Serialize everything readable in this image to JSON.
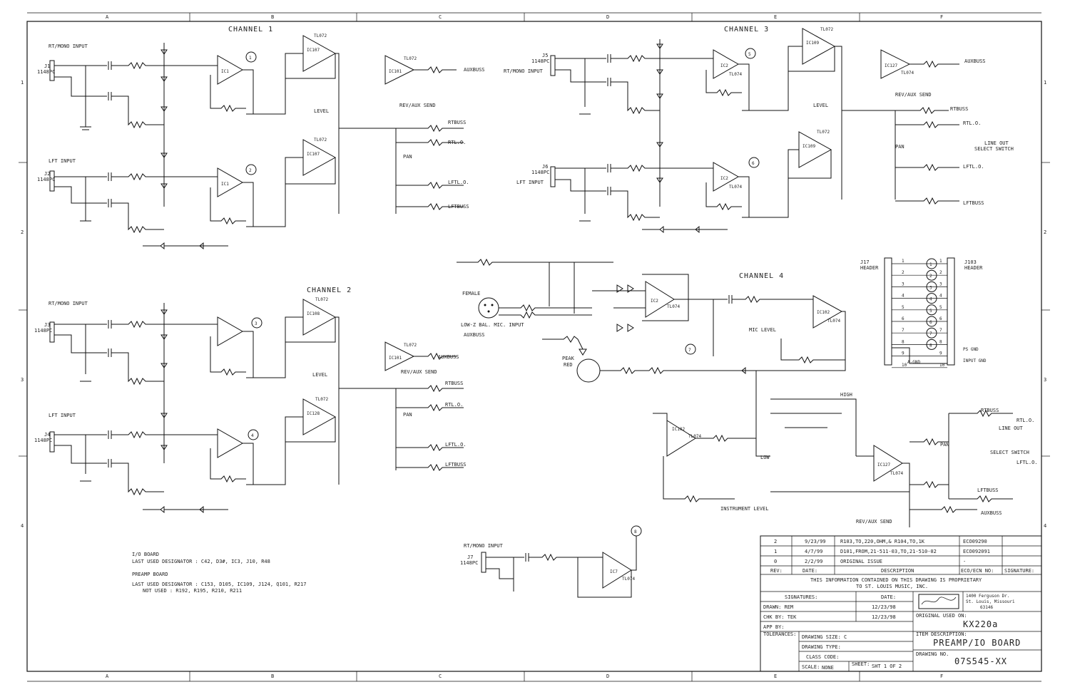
{
  "border": {
    "columns": [
      "A",
      "B",
      "C",
      "D",
      "E",
      "F"
    ],
    "rows": [
      "1",
      "2",
      "3",
      "4"
    ]
  },
  "channels": {
    "ch1": {
      "title": "CHANNEL 1",
      "inputs": [
        "RT/MONO INPUT",
        "LFT INPUT"
      ],
      "jacks": [
        {
          "ref": "J1",
          "part": "1148PC"
        },
        {
          "ref": "J2",
          "part": "1148PC"
        }
      ],
      "outputs": [
        "AUXBUSS",
        "RTBUSS",
        "RTL.O.",
        "LFTL.O.",
        "LFTBUSS"
      ],
      "controls": [
        "LEVEL",
        "REV/AUX SEND",
        "PAN"
      ],
      "nodes": [
        "1",
        "2"
      ]
    },
    "ch2": {
      "title": "CHANNEL 2",
      "inputs": [
        "RT/MONO INPUT",
        "LFT INPUT"
      ],
      "jacks": [
        {
          "ref": "J3",
          "part": "1148PC"
        },
        {
          "ref": "J4",
          "part": "1148PC"
        }
      ],
      "outputs": [
        "AUXBUSS",
        "RTBUSS",
        "RTL.O.",
        "LFTL.O.",
        "LFTBUSS"
      ],
      "controls": [
        "LEVEL",
        "REV/AUX SEND",
        "PAN"
      ],
      "nodes": [
        "3",
        "4"
      ]
    },
    "ch3": {
      "title": "CHANNEL 3",
      "inputs": [
        "RT/MONO INPUT",
        "LFT INPUT"
      ],
      "jacks": [
        {
          "ref": "J5",
          "part": "1148PC"
        },
        {
          "ref": "J6",
          "part": "1148PC"
        }
      ],
      "outputs": [
        "AUXBUSS",
        "RTBUSS",
        "RTL.O.",
        "LFTL.O.",
        "LFTBUSS"
      ],
      "controls": [
        "LEVEL",
        "REV/AUX SEND",
        "PAN",
        "LINE OUT",
        "SELECT SWITCH"
      ],
      "nodes": [
        "5",
        "6"
      ]
    },
    "ch4": {
      "title": "CHANNEL 4",
      "inputs": [
        "LOW-Z BAL. MIC. INPUT",
        "FEMALE",
        "AUXBUSS"
      ],
      "controls": [
        "MIC LEVEL",
        "PEAK",
        "RED",
        "INSTRUMENT LEVEL",
        "HIGH",
        "LOW",
        "REV/AUX SEND",
        "PAN",
        "LINE OUT",
        "SELECT SWITCH"
      ],
      "outputs": [
        "RTBUSS",
        "RTL.O.",
        "LFTL.O.",
        "LFTBUSS",
        "AUXBUSS"
      ],
      "nodes": [
        "7",
        "8"
      ]
    }
  },
  "aux_input": {
    "label": "RT/MONO INPUT",
    "jack": "J7",
    "part": "1148PC"
  },
  "opamp_labels": [
    "TL072",
    "TL074",
    "IC1",
    "IC2",
    "IC7",
    "IC101",
    "IC102",
    "IC107",
    "IC108",
    "IC109",
    "IC127",
    "IC128"
  ],
  "header": {
    "j17": {
      "ref": "J17",
      "name": "HEADER"
    },
    "j103": {
      "ref": "J103",
      "name": "HEADER"
    },
    "pins": [
      "1",
      "2",
      "3",
      "4",
      "5",
      "6",
      "7",
      "8",
      "9",
      "10"
    ],
    "nodes": [
      "1",
      "2",
      "3",
      "4",
      "5",
      "6",
      "7",
      "8"
    ],
    "pin9_label": "PS GND",
    "pin10_label": "INPUT GND",
    "agnd_label": "A-GND"
  },
  "notes": {
    "io_title": "I/O BOARD",
    "io_line": "LAST USED DESIGNATOR : C42, D3#, IC3, J10, R48",
    "preamp_title": "PREAMP BOARD",
    "preamp_line1": "LAST USED DESIGNATOR : C153, D105, IC109, J124, Q101, R217",
    "preamp_line2": "NOT USED : R192, R195, R210, R211"
  },
  "title_block": {
    "revisions": [
      {
        "rev": "2",
        "date": "9/23/99",
        "desc": "R103,TO,220,OHM,& R104,TO,1K",
        "eco": "ECO09290"
      },
      {
        "rev": "1",
        "date": "4/7/99",
        "desc": "D101,FROM,21-511-03,TO,21-510-02",
        "eco": "ECO092091"
      },
      {
        "rev": "0",
        "date": "2/2/99",
        "desc": "ORIGINAL ISSUE",
        "eco": "-"
      }
    ],
    "rev_header": {
      "rev": "REV:",
      "date": "DATE:",
      "desc": "DESCRIPTION",
      "eco": "ECO/ECN NO:",
      "sig": "SIGNATURE:"
    },
    "proprietary_1": "THIS INFORMATION CONTAINED ON THIS DRAWING IS PROPRIETARY",
    "proprietary_2": "TO ST. LOUIS MUSIC, INC.",
    "signatures_label": "SIGNATURES:",
    "date_label": "DATE:",
    "drawn": "DRAWN: REM",
    "drawn_date": "12/23/98",
    "checked": "CHK BY: TEK",
    "checked_date": "12/23/98",
    "approved": "APP BY:",
    "address_1": "1400 Ferguson Dr.",
    "address_2": "St. Louis, Missouri",
    "address_3": "63146",
    "original_used_on": "ORIGINAL USED ON:",
    "model": "KX220a",
    "tolerances": "TOLERANCES:",
    "drawing_size": "DRAWING SIZE: C",
    "drawing_type": "DRAWING TYPE:",
    "class_code": "CLASS CODE:",
    "scale": "SCALE:",
    "scale_value": "NONE",
    "sheet": "SHEET:",
    "sheet_value": "SHT 1 OF 2",
    "item_description_label": "ITEM DESCRIPTION:",
    "item_description": "PREAMP/IO BOARD",
    "drawing_no_label": "DRAWING NO.",
    "drawing_no": "07S545-XX"
  },
  "colors": {
    "ink": "#111111",
    "paper": "#ffffff"
  }
}
